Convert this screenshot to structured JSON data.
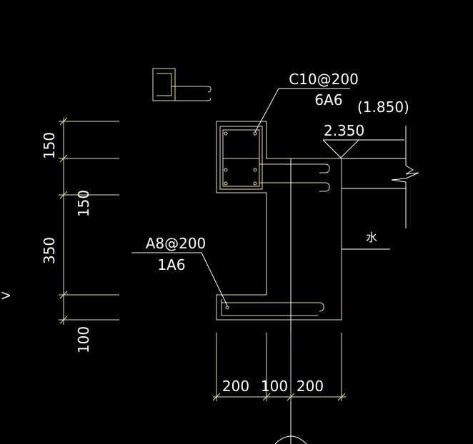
{
  "colors": {
    "background": "#000000",
    "outline": "#e6e6a8",
    "rebar": "#e6e6a8",
    "centerline": "#ffffff",
    "text": "#ffffff"
  },
  "annotations": {
    "top_rebar_spec": "C10@200",
    "top_rebar_count": "6A6",
    "level_parenthetical": "(1.850)",
    "level_value": "2.350",
    "bottom_rebar_spec": "A8@200",
    "bottom_rebar_count": "1A6",
    "side_mark": "水"
  },
  "vertical_dimensions": {
    "dim_1": "150",
    "dim_2": "150",
    "dim_3": "350",
    "dim_4": "100"
  },
  "horizontal_dimensions": {
    "dim_1": "200",
    "dim_2": "100",
    "dim_3": "200"
  },
  "edge_mark": "V"
}
